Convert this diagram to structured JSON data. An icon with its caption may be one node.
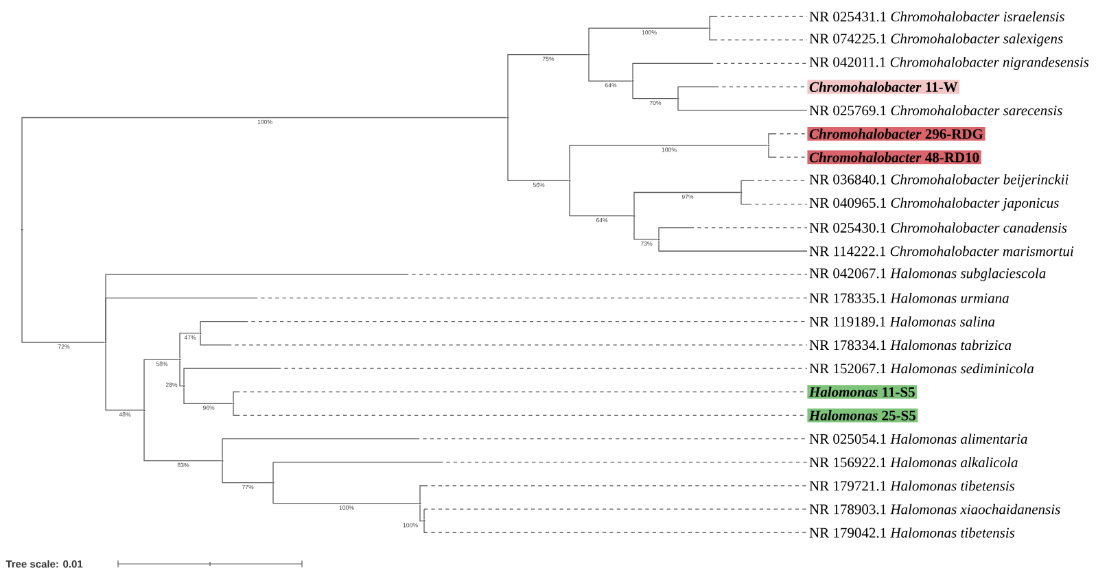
{
  "diagram": {
    "nodes": [
      {
        "text": [],
        "shape": "point"
      },
      {
        "text": [],
        "shape": "point"
      },
      {
        "text": [],
        "shape": "point"
      },
      {
        "text": [],
        "shape": "point"
      },
      {
        "text": [
          "NR 025431.1 *Chromohalobacter israelensis*"
        ]
      },
      {
        "text": [
          "NR 074225.1 *Chromohalobacter salexigens*"
        ]
      },
      {
        "text": [],
        "shape": "point"
      },
      {
        "text": [
          "NR 042011.1 *Chromohalobacter nigrandesensis*"
        ]
      },
      {
        "text": [],
        "shape": "point"
      },
      {
        "text": [
          "*Chromohalobacter* 11-W"
        ]
      },
      {
        "text": [
          "NR 025769.1 *Chromohalobacter sarecensis*"
        ]
      },
      {
        "text": [],
        "shape": "point"
      },
      {
        "text": [],
        "shape": "point"
      },
      {
        "text": [
          "*Chromohalobacter* 296-RDG"
        ]
      },
      {
        "text": [
          "*Chromohalobacter* 48-RD10"
        ]
      },
      {
        "text": [],
        "shape": "point"
      },
      {
        "text": [],
        "shape": "point"
      },
      {
        "text": [
          "NR 036840.1 *Chromohalobacter beijerinckii*"
        ]
      },
      {
        "text": [
          "NR 040965.1 *Chromohalobacter japonicus*"
        ]
      },
      {
        "text": [],
        "shape": "point"
      },
      {
        "text": [
          "NR 025430.1 *Chromohalobacter canadensis*"
        ]
      },
      {
        "text": [
          "NR 114222.1 *Chromohalobacter marismortui*"
        ]
      },
      {
        "text": [],
        "shape": "point"
      },
      {
        "text": [
          "NR 042067.1 *Halomonas subglaciescola*"
        ]
      },
      {
        "text": [
          "NR 178335.1 *Halomonas urmiana*"
        ]
      },
      {
        "text": [],
        "shape": "point"
      },
      {
        "text": [],
        "shape": "point"
      },
      {
        "text": [],
        "shape": "point"
      },
      {
        "text": [
          "NR 119189.1 *Halomonas salina*"
        ]
      },
      {
        "text": [
          "NR 178334.1 *Halomonas tabrizica*"
        ]
      },
      {
        "text": [],
        "shape": "point"
      },
      {
        "text": [
          "NR 152067.1 *Halomonas sediminicola*"
        ]
      },
      {
        "text": [],
        "shape": "point"
      },
      {
        "text": [
          "*Halomonas* 11-S5"
        ]
      },
      {
        "text": [
          "*Halomonas* 25-S5"
        ]
      },
      {
        "text": [],
        "shape": "point"
      },
      {
        "text": [
          "NR 025054.1 *Halomonas alimentaria*"
        ]
      },
      {
        "text": [],
        "shape": "point"
      },
      {
        "text": [
          "NR 156922.1 *Halomonas alkalicola*"
        ]
      },
      {
        "text": [],
        "shape": "point"
      },
      {
        "text": [
          "NR 179721.1 *Halomonas tibetensis*"
        ]
      },
      {
        "text": [],
        "shape": "point"
      },
      {
        "text": [
          "NR 178903.1 *Halomonas xiaochaidanensis*"
        ]
      },
      {
        "text": [
          "NR 179042.1 *Halomonas tibetensis*"
        ]
      }
    ],
    "edges": [
      {
        "from": 0,
        "to": 1,
        "arrow": "none",
        "label": "100%"
      },
      {
        "from": 1,
        "to": 2,
        "arrow": "none",
        "label": "75%"
      },
      {
        "from": 2,
        "to": 3,
        "arrow": "none",
        "label": "100%"
      },
      {
        "from": 3,
        "to": 4,
        "arrow": "none",
        "style": "dashed"
      },
      {
        "from": 3,
        "to": 5,
        "arrow": "none",
        "style": "dashed"
      },
      {
        "from": 2,
        "to": 6,
        "arrow": "none",
        "label": "64%"
      },
      {
        "from": 6,
        "to": 7,
        "arrow": "none",
        "style": "dashed"
      },
      {
        "from": 6,
        "to": 8,
        "arrow": "none",
        "label": "70%"
      },
      {
        "from": 8,
        "to": 9,
        "arrow": "none",
        "style": "dashed"
      },
      {
        "from": 8,
        "to": 10,
        "arrow": "none"
      },
      {
        "from": 1,
        "to": 11,
        "arrow": "none",
        "label": "56%"
      },
      {
        "from": 11,
        "to": 12,
        "arrow": "none",
        "label": "100%"
      },
      {
        "from": 12,
        "to": 13,
        "arrow": "none",
        "style": "dashed"
      },
      {
        "from": 12,
        "to": 14,
        "arrow": "none",
        "style": "dashed"
      },
      {
        "from": 11,
        "to": 15,
        "arrow": "none",
        "label": "64%"
      },
      {
        "from": 15,
        "to": 16,
        "arrow": "none",
        "label": "97%"
      },
      {
        "from": 16,
        "to": 17,
        "arrow": "none",
        "style": "dashed"
      },
      {
        "from": 16,
        "to": 18,
        "arrow": "none",
        "style": "dashed"
      },
      {
        "from": 15,
        "to": 19,
        "arrow": "none",
        "label": "73%"
      },
      {
        "from": 19,
        "to": 20,
        "arrow": "none",
        "style": "dashed"
      },
      {
        "from": 19,
        "to": 21,
        "arrow": "none"
      },
      {
        "from": 0,
        "to": 22,
        "arrow": "none",
        "label": "72%"
      },
      {
        "from": 22,
        "to": 23,
        "arrow": "none",
        "style": "dashed"
      },
      {
        "from": 22,
        "to": 24,
        "arrow": "none",
        "style": "dashed"
      },
      {
        "from": 22,
        "to": 25,
        "arrow": "none",
        "label": "48%"
      },
      {
        "from": 25,
        "to": 26,
        "arrow": "none",
        "label": "58%"
      },
      {
        "from": 26,
        "to": 27,
        "arrow": "none",
        "label": "47%"
      },
      {
        "from": 27,
        "to": 28,
        "arrow": "none",
        "style": "dashed"
      },
      {
        "from": 27,
        "to": 29,
        "arrow": "none",
        "style": "dashed"
      },
      {
        "from": 26,
        "to": 30,
        "arrow": "none",
        "label": "28%"
      },
      {
        "from": 30,
        "to": 31,
        "arrow": "none",
        "style": "dashed"
      },
      {
        "from": 30,
        "to": 32,
        "arrow": "none",
        "label": "96%"
      },
      {
        "from": 32,
        "to": 33,
        "arrow": "none",
        "style": "dashed"
      },
      {
        "from": 32,
        "to": 34,
        "arrow": "none",
        "style": "dashed"
      },
      {
        "from": 25,
        "to": 35,
        "arrow": "none",
        "label": "83%"
      },
      {
        "from": 35,
        "to": 36,
        "arrow": "none",
        "style": "dashed"
      },
      {
        "from": 35,
        "to": 37,
        "arrow": "none",
        "label": "77%"
      },
      {
        "from": 37,
        "to": 38,
        "arrow": "none",
        "style": "dashed"
      },
      {
        "from": 37,
        "to": 39,
        "arrow": "none",
        "label": "100%"
      },
      {
        "from": 39,
        "to": 40,
        "arrow": "none",
        "style": "dashed"
      },
      {
        "from": 39,
        "to": 41,
        "arrow": "none",
        "label": "100%"
      },
      {
        "from": 41,
        "to": 42,
        "arrow": "none",
        "style": "dashed"
      },
      {
        "from": 41,
        "to": 43,
        "arrow": "none",
        "style": "dashed"
      }
    ],
    "labels": [
      "Tree scale: 0.01"
    ]
  }
}
